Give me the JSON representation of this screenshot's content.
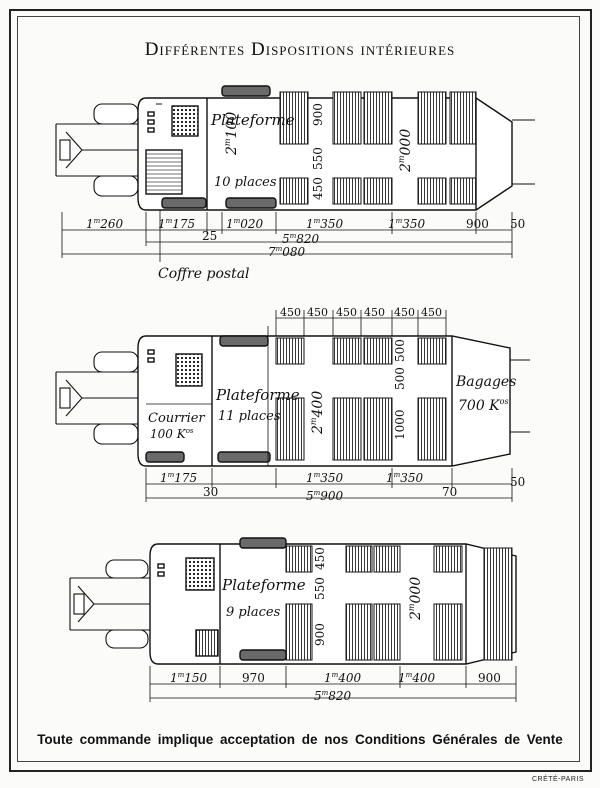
{
  "title": "Différentes Dispositions intérieures",
  "footer": "Toute commande implique acceptation de nos Conditions Générales de Vente",
  "imprint": "CRÉTÉ-PARIS",
  "layout1": {
    "platform_title": "Plateforme",
    "platform_size": "2",
    "platform_size_sup": "m",
    "platform_size_rest": "100",
    "platform_places": "10 places",
    "seat_width": "900",
    "seat_450": "450",
    "seat_550": "550",
    "aisle_width": "2",
    "aisle_width_sup": "m",
    "aisle_width_rest": "000",
    "dims": {
      "d1": "1",
      "d1_sup": "m",
      "d1_rest": "260",
      "d2": "1",
      "d2_sup": "m",
      "d2_rest": "175",
      "d3": "1",
      "d3_sup": "m",
      "d3_rest": "020",
      "d4": "1",
      "d4_sup": "m",
      "d4_rest": "350",
      "d5": "1",
      "d5_sup": "m",
      "d5_rest": "350",
      "d6": "900",
      "d7": "50",
      "d8": "25",
      "total_body": "5",
      "total_body_sup": "m",
      "total_body_rest": "820",
      "total": "7",
      "total_sup": "m",
      "total_rest": "080"
    },
    "mail_label": "Coffre postal"
  },
  "layout2": {
    "platform_title": "Plateforme",
    "platform_places": "11 places",
    "mail_label": "Courrier",
    "mail_weight": "100 K",
    "mail_weight_sup": "os",
    "luggage_label": "Bagages",
    "luggage_weight": "700 K",
    "luggage_weight_sup": "os",
    "top_dims": [
      "450",
      "450",
      "450",
      "450",
      "450",
      "450"
    ],
    "aisle_width": "2",
    "aisle_width_sup": "m",
    "aisle_width_rest": "400",
    "seat_1000": "1000",
    "seat_500a": "500",
    "seat_500b": "500",
    "dims": {
      "d1": "1",
      "d1_sup": "m",
      "d1_rest": "175",
      "d2": "1",
      "d2_sup": "m",
      "d2_rest": "350",
      "d3": "1",
      "d3_sup": "m",
      "d3_rest": "350",
      "d4": "30",
      "d5": "70",
      "d6": "50",
      "total": "5",
      "total_sup": "m",
      "total_rest": "900"
    }
  },
  "layout3": {
    "platform_title": "Plateforme",
    "platform_places": "9 places",
    "seat_450": "450",
    "seat_550": "550",
    "seat_900": "900",
    "aisle_width": "2",
    "aisle_width_sup": "m",
    "aisle_width_rest": "000",
    "dims": {
      "d1": "1",
      "d1_sup": "m",
      "d1_rest": "150",
      "d2": "970",
      "d3": "1",
      "d3_sup": "m",
      "d3_rest": "400",
      "d4": "1",
      "d4_sup": "m",
      "d4_rest": "400",
      "d5": "900",
      "total": "5",
      "total_sup": "m",
      "total_rest": "820"
    }
  },
  "colors": {
    "ink": "#111111",
    "paper": "#fbfbfa",
    "fill_dark": "#6a6a6a"
  }
}
